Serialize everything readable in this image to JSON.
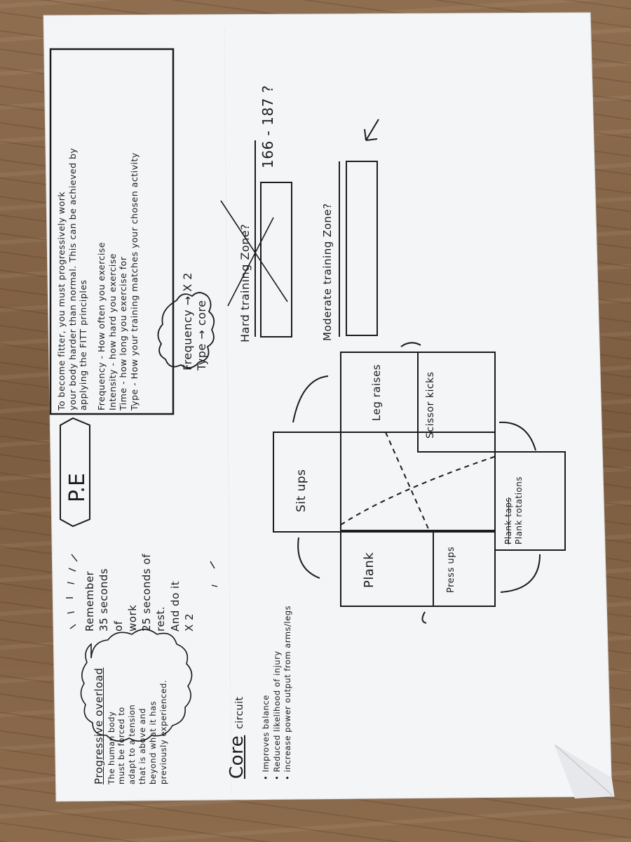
{
  "title": "P.E",
  "principles_box": {
    "lines": [
      "To become fitter, you must progressively work",
      "your body harder than normal. This can be achieved by",
      "applying the FITT principles",
      "Frequency - How often you exercise",
      "Intensity - how hard you exercise",
      "Time - how long you exercise for",
      "Type - How your training matches your chosen activity"
    ]
  },
  "fitt_cloud": {
    "frequency": "Frequency",
    "frequency_value": "→ X 2",
    "type": "Type",
    "type_value": "→ core"
  },
  "zones": {
    "hard_label": "Hard training Zone?",
    "hard_value": "166 - 187 ?",
    "moderate_label": "Moderate training Zone?"
  },
  "circuit": {
    "stations": [
      "Sit ups",
      "Leg raises",
      "Scissor kicks",
      "Plank rotations",
      "Press ups",
      "Plank"
    ],
    "crossed_out": "Plank taps"
  },
  "remember": {
    "lines": [
      "Remember",
      "35 seconds",
      "of",
      "work",
      "25 seconds of",
      "rest.",
      "And do it",
      "X 2"
    ]
  },
  "progressive_overload": {
    "title": "Progressive overload",
    "lines": [
      "The human body",
      "must be forced to",
      "adapt to a tension",
      "that is above and",
      "beyond what it has",
      "previously experienced."
    ]
  },
  "core_circuit": {
    "title": "Core",
    "subtitle": "circuit",
    "bullets": [
      "Improves balance",
      "Reduced likelihood of injury",
      "increase power output from arms/legs"
    ]
  }
}
